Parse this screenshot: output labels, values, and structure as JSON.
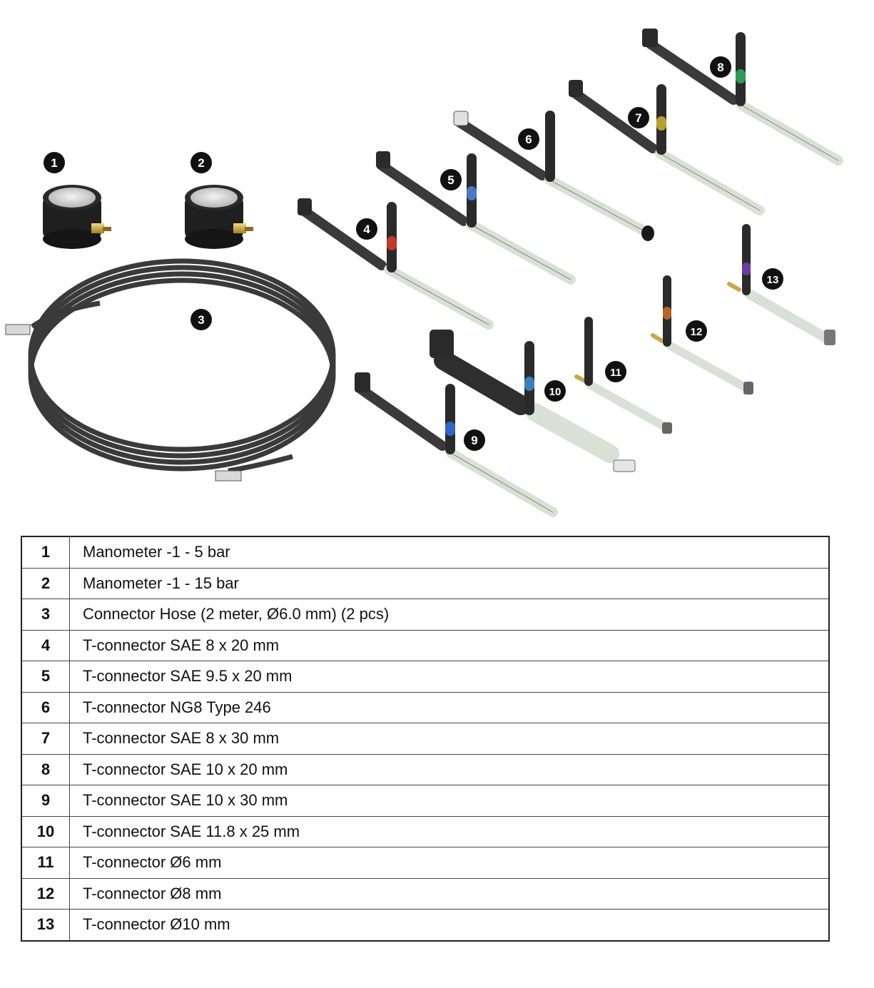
{
  "callouts": [
    "1",
    "2",
    "3",
    "4",
    "5",
    "6",
    "7",
    "8",
    "9",
    "10",
    "11",
    "12",
    "13"
  ],
  "parts": [
    {
      "number": "1",
      "description": "Manometer  -1 - 5 bar"
    },
    {
      "number": "2",
      "description": "Manometer  -1 - 15 bar"
    },
    {
      "number": "3",
      "description": "Connector Hose (2 meter, Ø6.0 mm) (2 pcs)"
    },
    {
      "number": "4",
      "description": "T-connector SAE 8 x 20 mm"
    },
    {
      "number": "5",
      "description": "T-connector SAE 9.5 x 20 mm"
    },
    {
      "number": "6",
      "description": "T-connector NG8 Type 246"
    },
    {
      "number": "7",
      "description": "T-connector SAE 8 x 30 mm"
    },
    {
      "number": "8",
      "description": "T-connector SAE 10 x 20 mm"
    },
    {
      "number": "9",
      "description": "T-connector SAE 10 x 30 mm"
    },
    {
      "number": "10",
      "description": "T-connector SAE 11.8 x 25 mm"
    },
    {
      "number": "11",
      "description": "T-connector Ø6 mm"
    },
    {
      "number": "12",
      "description": "T-connector Ø8 mm"
    },
    {
      "number": "13",
      "description": "T-connector Ø10 mm"
    }
  ],
  "colors": {
    "hose": "#3a3a3a",
    "brass": "#c9a64a",
    "clear_tube": "#d9e0d6",
    "ring_colors": [
      "#c0392b",
      "#4a78c2",
      "#555555",
      "#b7a12a",
      "#2e9a55",
      "#2f66c7",
      "#3c7fbf",
      "#888888",
      "#b5652a",
      "#6a3fa0"
    ]
  }
}
